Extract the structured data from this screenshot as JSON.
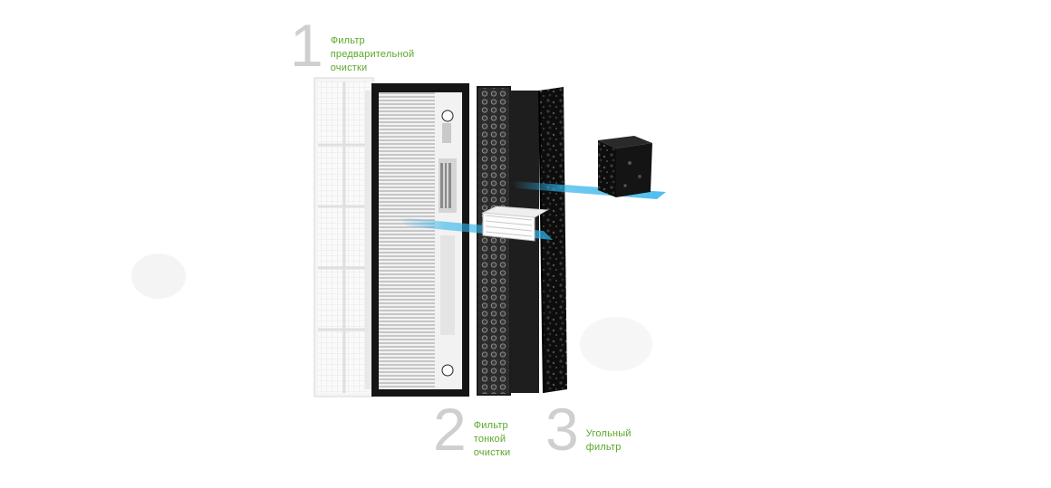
{
  "callouts": [
    {
      "number": "1",
      "label": "Фильтр\nпредварительной\nочистки"
    },
    {
      "number": "2",
      "label": "Фильтр\nтонкой\nочистки"
    },
    {
      "number": "3",
      "label": "Угольный\nфильтр"
    }
  ],
  "colors": {
    "label_green": "#5aa82a",
    "number_gray": "#cfcfcf",
    "beam_blue": "#2fb3ea",
    "frame_black": "#151515"
  }
}
